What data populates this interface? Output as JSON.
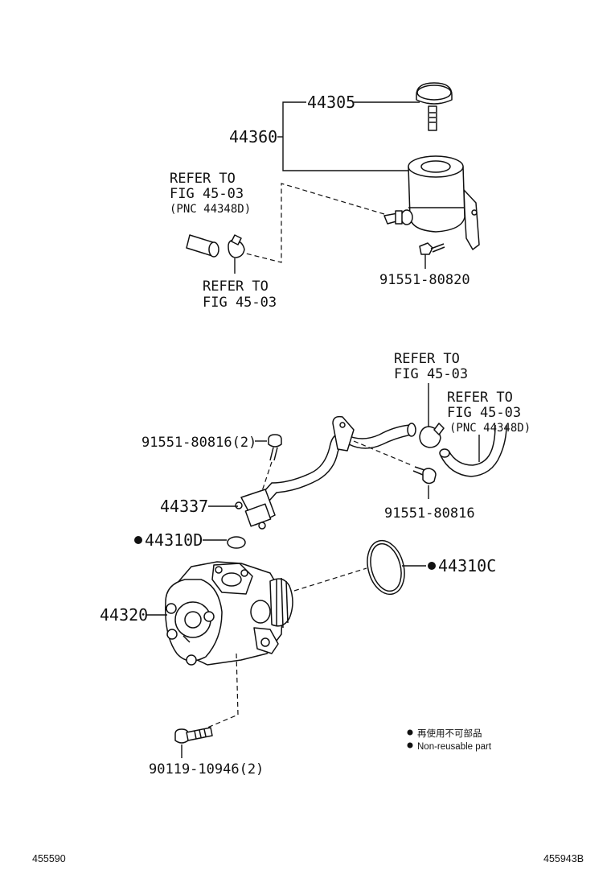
{
  "callouts": {
    "p44305": "44305",
    "p44360": "44360",
    "p91551_80820": "91551-80820",
    "p91551_80816_2": "91551-80816(2)",
    "p44337": "44337",
    "p44310D": "44310D",
    "p91551_80816": "91551-80816",
    "p44310C": "44310C",
    "p44320": "44320",
    "p90119_10946_2": "90119-10946(2)"
  },
  "refer_notes": {
    "a_line1": "REFER TO",
    "a_line2": "FIG 45-03",
    "a_line3": "(PNC 44348D)",
    "b_line1": "REFER TO",
    "b_line2": "FIG 45-03",
    "c_line1": "REFER TO",
    "c_line2": "FIG 45-03",
    "d_line1": "REFER TO",
    "d_line2": "FIG 45-03",
    "d_line3": "(PNC 44348D)"
  },
  "legend": {
    "line_ja": "再使用不可部品",
    "line_en": "Non-reusable part"
  },
  "footer": {
    "left_code": "455590",
    "right_code": "455943B"
  }
}
